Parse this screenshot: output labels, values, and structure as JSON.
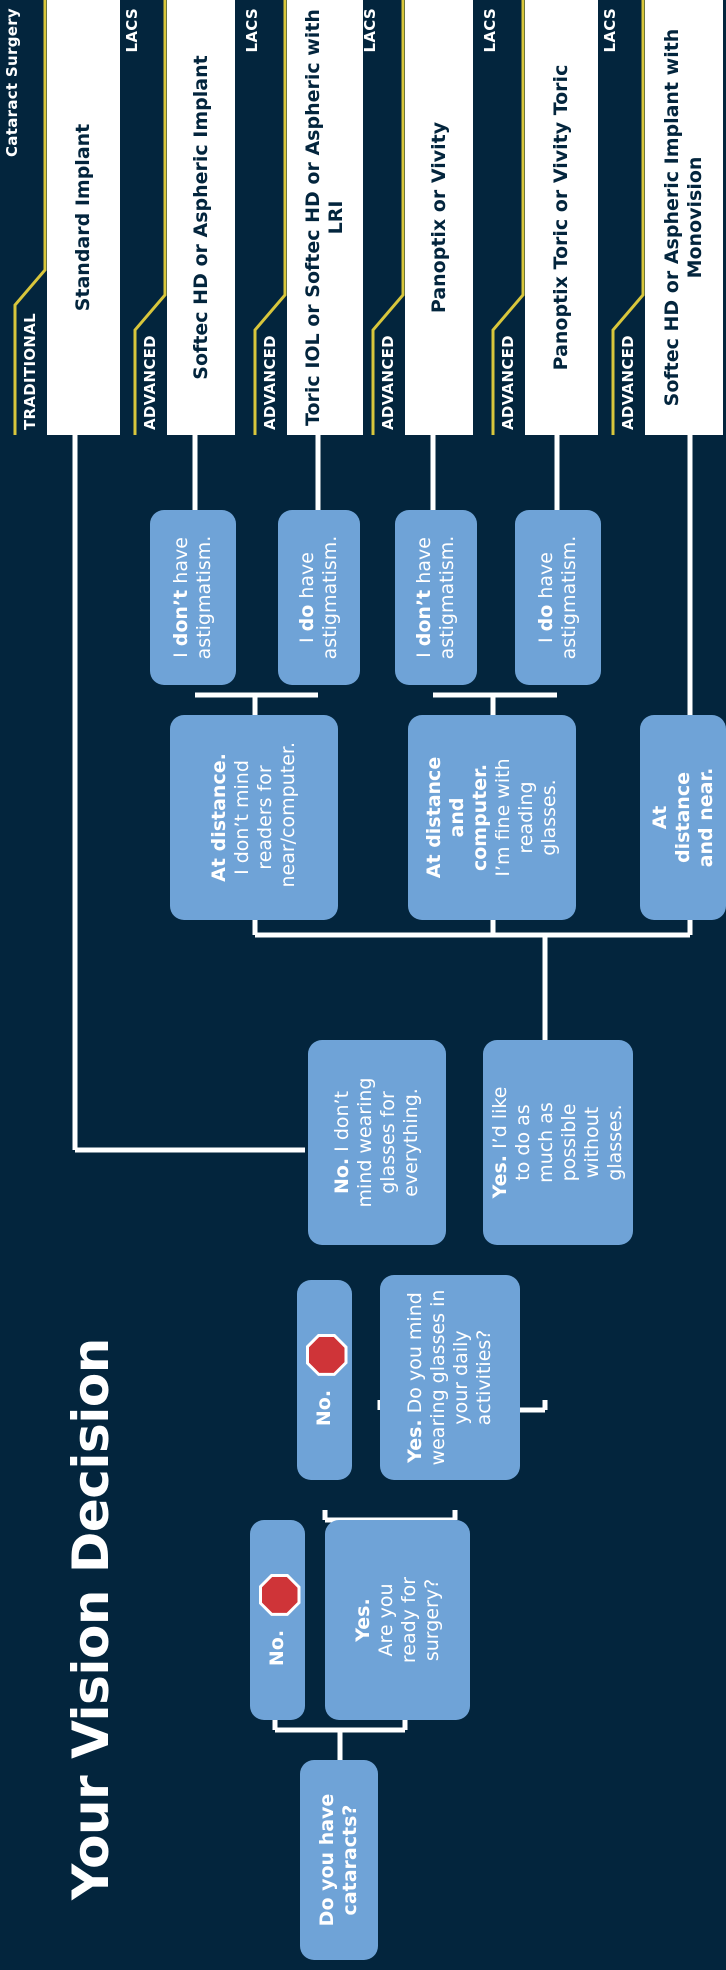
{
  "title": "Your Vision Decision",
  "nodes": {
    "cataracts": "Do you have cataracts?",
    "no1": "No.",
    "yes1_bold": "Yes.",
    "yes1_rest": "Are you ready for surgery?",
    "no2": "No.",
    "yes2_bold": "Yes.",
    "yes2_rest": "Do you mind wearing glasses in your daily activities?",
    "no3_bold": "No.",
    "no3_rest": "I don’t mind wearing glasses for everything.",
    "yes3_bold": "Yes.",
    "yes3_rest": "I’d like to do as much as possible without glasses.",
    "dist_bold": "At distance.",
    "dist_rest": "I don’t mind readers for near/computer.",
    "comp_bold": "At distance and computer.",
    "comp_rest": "I’m fine with reading glasses.",
    "near_bold": "At distance and near.",
    "astig1_a": "I ",
    "astig1_b": "don’t",
    "astig1_c": " have astigmatism.",
    "astig2_a": "I ",
    "astig2_b": "do",
    "astig2_c": " have astigmatism.",
    "astig3_a": "I ",
    "astig3_b": "don’t",
    "astig3_c": " have astigmatism.",
    "astig4_a": "I ",
    "astig4_b": "do",
    "astig4_c": " have astigmatism."
  },
  "outcomes": [
    {
      "left": "TRADITIONAL",
      "right": "Cataract Surgery",
      "text": "Standard Implant"
    },
    {
      "left": "ADVANCED",
      "right": "LACS",
      "text": "Softec HD or Aspheric Implant"
    },
    {
      "left": "ADVANCED",
      "right": "LACS",
      "text": "Toric IOL or Softec HD or Aspheric with LRI"
    },
    {
      "left": "ADVANCED",
      "right": "LACS",
      "text": "Panoptix or Vivity"
    },
    {
      "left": "ADVANCED",
      "right": "LACS",
      "text": "Panoptix Toric or Vivity Toric"
    },
    {
      "left": "ADVANCED",
      "right": "LACS",
      "text": "Softec HD or Aspheric Implant with Monovision"
    }
  ],
  "colors": {
    "background": "#03253d",
    "node": "#6fa3d7",
    "accent": "#d8c63c",
    "stop": "#cf3438"
  }
}
